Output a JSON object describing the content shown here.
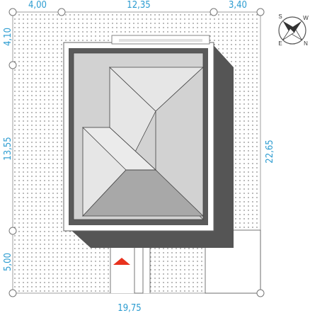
{
  "dimensions": {
    "top": [
      "4,00",
      "12,35",
      "3,40"
    ],
    "bottom": "19,75",
    "left": [
      "4,10",
      "13,55",
      "5,00"
    ],
    "right": "22,65"
  },
  "compass": {
    "letters": [
      "S",
      "W",
      "E",
      "N"
    ]
  },
  "colors": {
    "dimension_text": "#2a9bd0",
    "entrance_marker": "#e8321e",
    "roof_light": "#e6e6e6",
    "roof_mid": "#d2d2d2",
    "roof_dark": "#a8a8a8",
    "shadow": "#555555"
  }
}
